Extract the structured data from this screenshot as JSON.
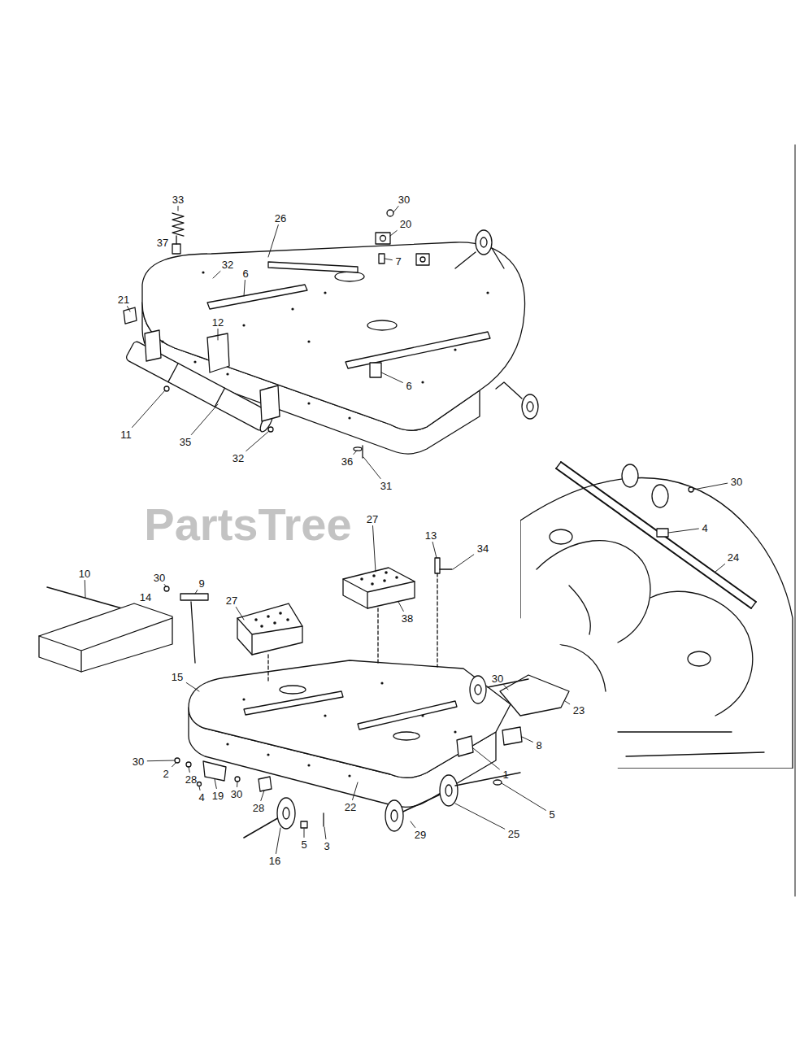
{
  "diagram": {
    "labels": [
      "33",
      "30",
      "26",
      "20",
      "37",
      "32",
      "6",
      "7",
      "21",
      "12",
      "6",
      "11",
      "35",
      "32",
      "36",
      "31",
      "PartsTree",
      "30",
      "4",
      "24",
      "27",
      "13",
      "34",
      "10",
      "30",
      "9",
      "14",
      "27",
      "38",
      "15",
      "30",
      "23",
      "30",
      "8",
      "2",
      "28",
      "1",
      "19",
      "4",
      "30",
      "28",
      "22",
      "5",
      "3",
      "29",
      "25",
      "5",
      "16"
    ]
  }
}
